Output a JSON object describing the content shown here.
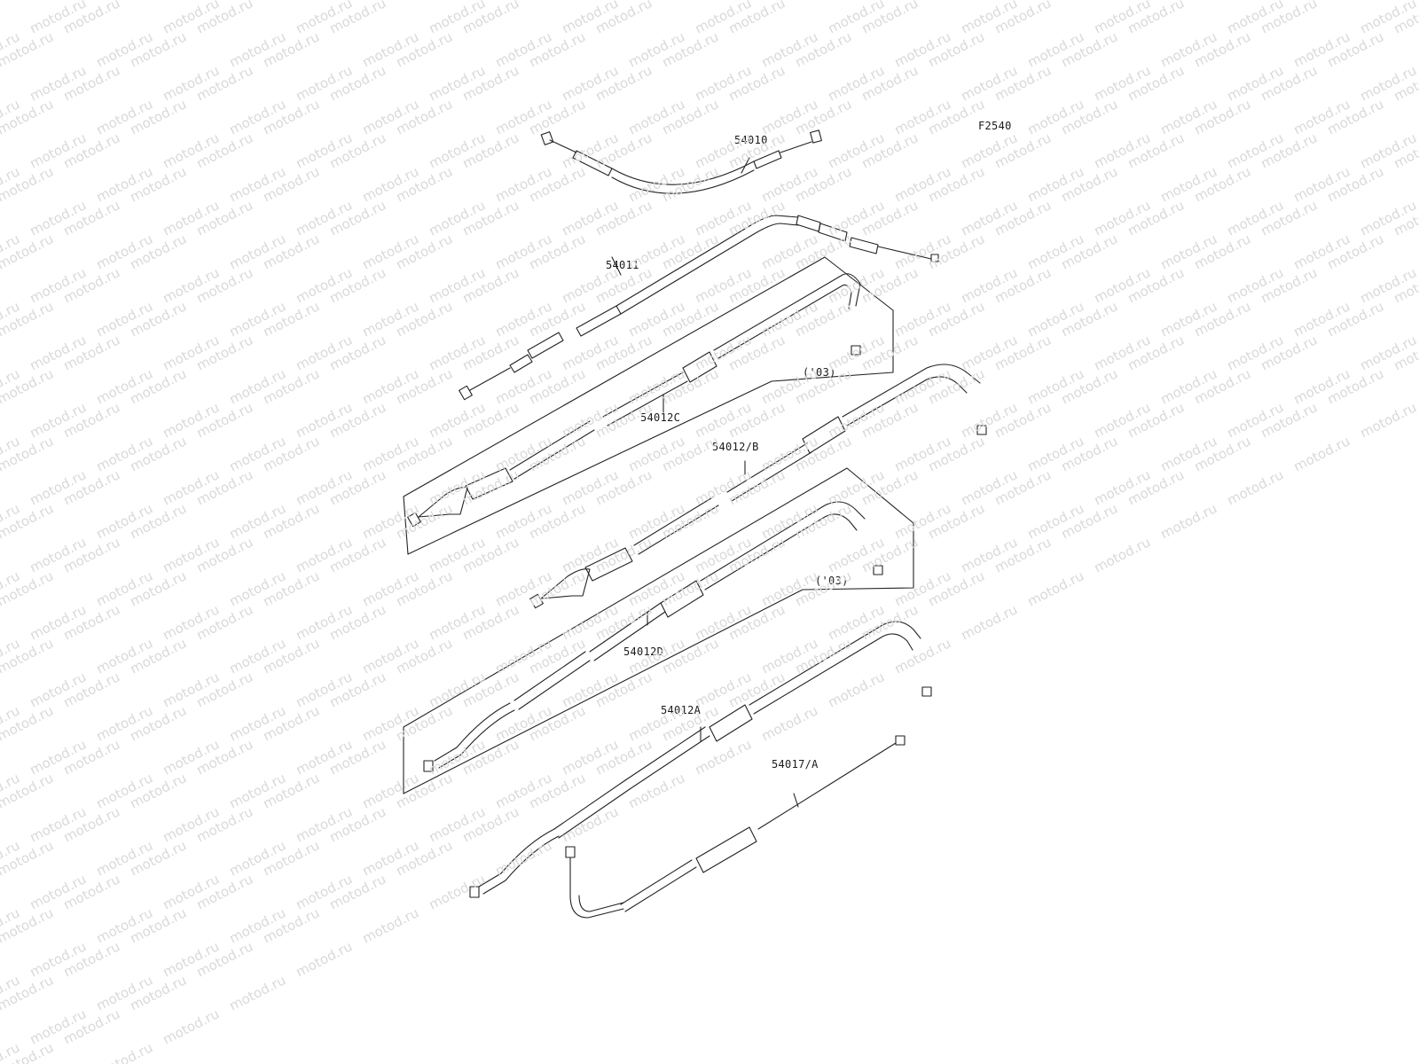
{
  "diagram": {
    "code": "F2540",
    "watermark": "motod.ru",
    "parts": [
      {
        "id": "p54010",
        "label": "54010"
      },
      {
        "id": "p54011",
        "label": "54011"
      },
      {
        "id": "p54012C",
        "label": "54012C"
      },
      {
        "id": "p03a",
        "label": "('03)"
      },
      {
        "id": "p54012B",
        "label": "54012/B"
      },
      {
        "id": "p03b",
        "label": "('03)"
      },
      {
        "id": "p54012D",
        "label": "54012D"
      },
      {
        "id": "p54012A",
        "label": "54012A"
      },
      {
        "id": "p54017A",
        "label": "54017/A"
      }
    ]
  }
}
